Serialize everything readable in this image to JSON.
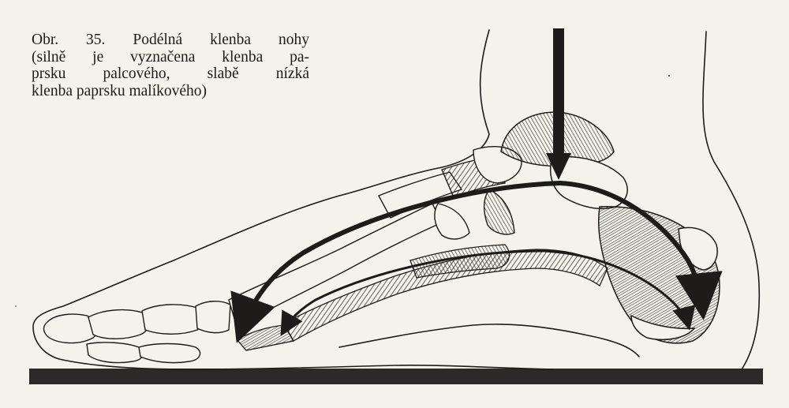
{
  "figure": {
    "caption_lines": [
      "Obr. 35. Podélná klenba nohy",
      "(silně je vyznačena klenba pa-",
      "prsku palcového, slabě nízká",
      "klenba paprsku malíkového)"
    ]
  },
  "colors": {
    "paper": "#f4f2eb",
    "ink": "#1d1c1a",
    "hatch": "#3a3835",
    "ground": "#2b2a28"
  }
}
